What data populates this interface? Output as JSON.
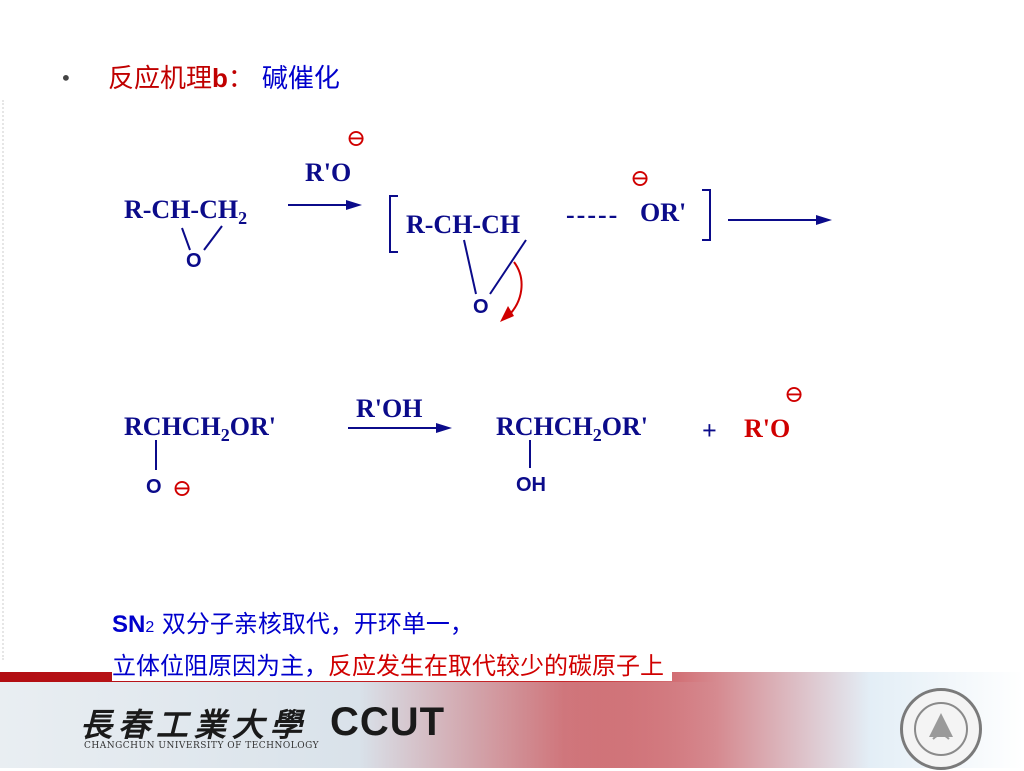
{
  "title": {
    "bullet": "•",
    "prefix": "反应机理",
    "letter": "b",
    "colon": "：",
    "category": "碱催化"
  },
  "reaction1": {
    "reactant": "R-CH-CH",
    "reactant_sub": "2",
    "reactant_o": "O",
    "reagent": "R'O",
    "reagent_charge": "⊖",
    "intermediate": "R-CH-CH",
    "intermediate_bond": "-----",
    "intermediate_or": "OR'",
    "intermediate_charge": "⊖",
    "intermediate_o": "O"
  },
  "reaction2": {
    "reactant": "RCHCH",
    "reactant_sub": "2",
    "reactant_tail": "OR'",
    "reactant_o": "O",
    "reactant_charge": "⊖",
    "reagent": "R'OH",
    "product": "RCHCH",
    "product_sub": "2",
    "product_tail": "OR'",
    "product_oh": "OH",
    "plus": "+",
    "byproduct": "R'O",
    "byproduct_charge": "⊖"
  },
  "notes": {
    "sn": "SN",
    "sn_sub": "2",
    "line1": " 双分子亲核取代，开环单一，",
    "line2_a": "立体位阻原因为主，",
    "line2_b": "反应发生在取代较少的碳原子上"
  },
  "footer": {
    "logo_cn": "長春工業大學",
    "logo_en": "CHANGCHUN UNIVERSITY OF TECHNOLOGY",
    "logo_abbr": "CCUT"
  },
  "colors": {
    "blue": "#0b0b8a",
    "red": "#d00000",
    "brand": "#b20d12"
  }
}
